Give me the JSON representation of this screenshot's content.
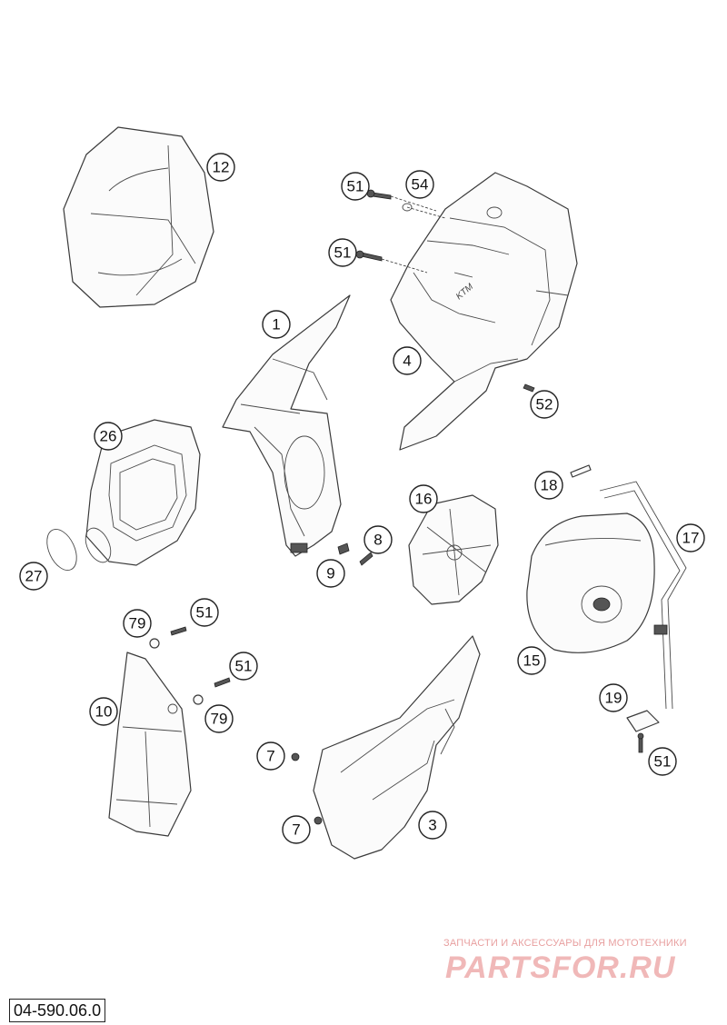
{
  "diagram_code": "04-590.06.0",
  "watermark": {
    "tagline": "ЗАПЧАСТИ И АКСЕССУАРЫ ДЛЯ МОТОТЕХНИКИ",
    "logo": "PARTSFOR.RU"
  },
  "callouts": [
    {
      "id": "c-12a",
      "label": "12"
    },
    {
      "id": "c-51a",
      "label": "51"
    },
    {
      "id": "c-54",
      "label": "54"
    },
    {
      "id": "c-51b",
      "label": "51"
    },
    {
      "id": "c-1",
      "label": "1"
    },
    {
      "id": "c-4",
      "label": "4"
    },
    {
      "id": "c-52",
      "label": "52"
    },
    {
      "id": "c-26",
      "label": "26"
    },
    {
      "id": "c-8",
      "label": "8"
    },
    {
      "id": "c-9",
      "label": "9"
    },
    {
      "id": "c-16",
      "label": "16"
    },
    {
      "id": "c-18",
      "label": "18"
    },
    {
      "id": "c-17",
      "label": "17"
    },
    {
      "id": "c-27",
      "label": "27"
    },
    {
      "id": "c-79a",
      "label": "79"
    },
    {
      "id": "c-51c",
      "label": "51"
    },
    {
      "id": "c-51d",
      "label": "51"
    },
    {
      "id": "c-10",
      "label": "10"
    },
    {
      "id": "c-79b",
      "label": "79"
    },
    {
      "id": "c-15",
      "label": "15"
    },
    {
      "id": "c-19",
      "label": "19"
    },
    {
      "id": "c-7a",
      "label": "7"
    },
    {
      "id": "c-51e",
      "label": "51"
    },
    {
      "id": "c-3",
      "label": "3"
    },
    {
      "id": "c-7b",
      "label": "7"
    }
  ]
}
